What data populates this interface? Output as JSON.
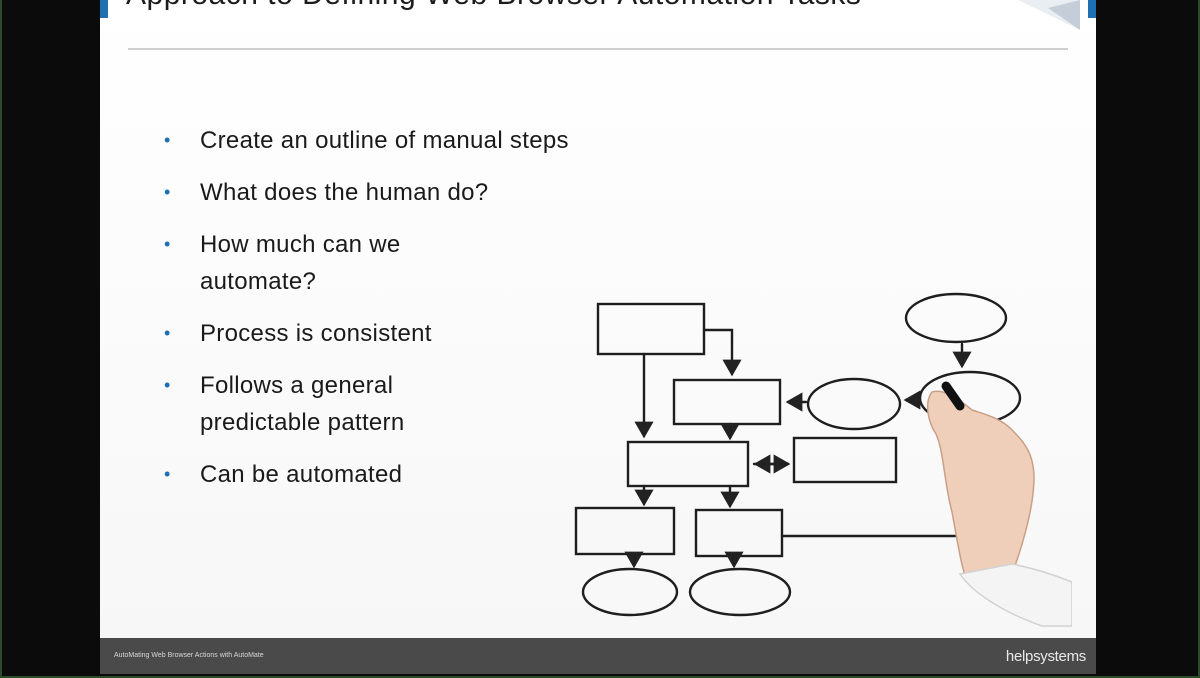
{
  "slide": {
    "title": "Approach to Defining Web Browser Automation Tasks",
    "bullets": [
      "Create an outline of manual steps",
      "What does the human do?",
      "How much can we automate?",
      "Process is consistent",
      "Follows a general predictable pattern",
      "Can be automated"
    ],
    "bullet_glyph": "•"
  },
  "footer": {
    "left_text": "AutoMating Web Browser Actions with AutoMate",
    "logo": "helpsystems"
  },
  "colors": {
    "accent": "#1f6fb3",
    "footer_bg": "#4a4a4a"
  }
}
